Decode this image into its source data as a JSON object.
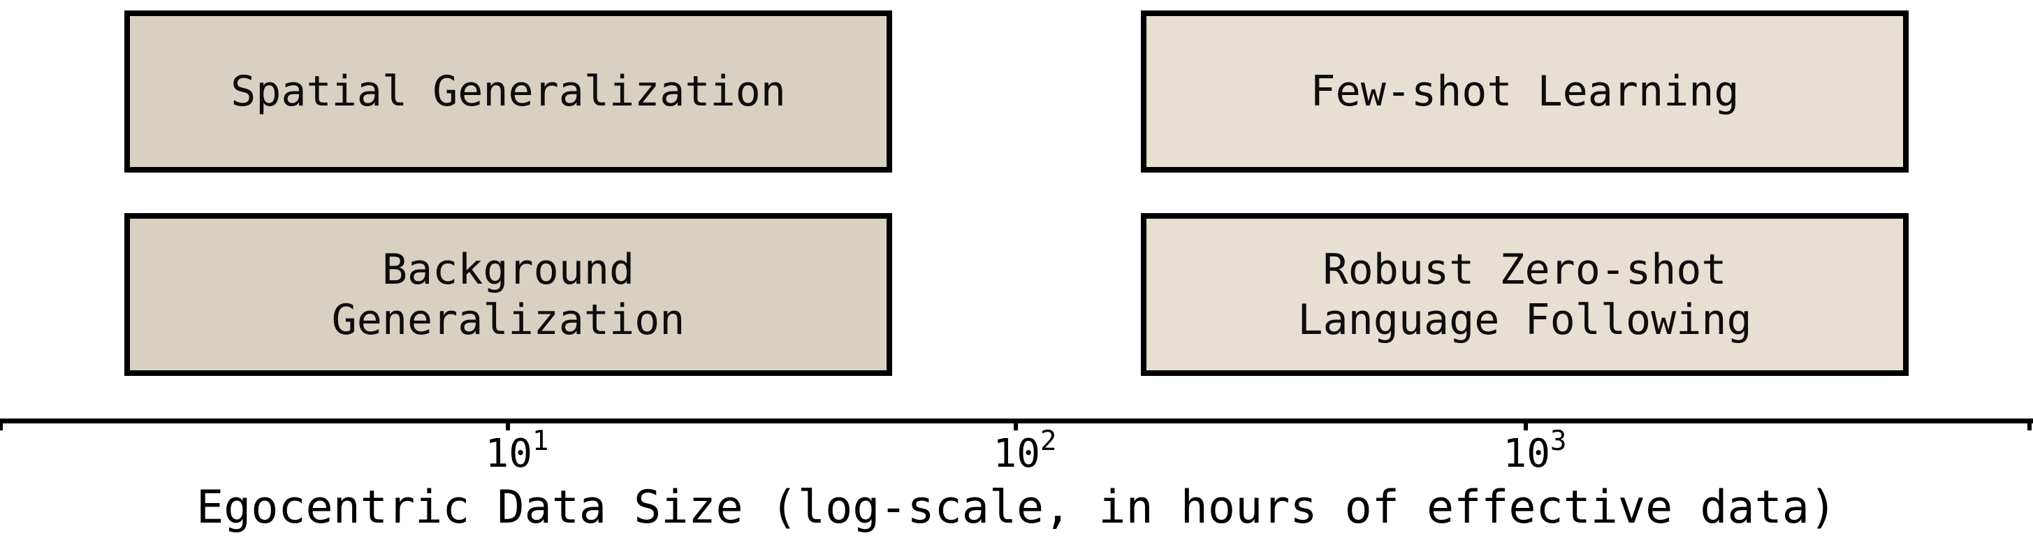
{
  "figure": {
    "boxes": [
      {
        "id": "spatial-generalization",
        "label": "Spatial Generalization",
        "row": "top",
        "column": "left"
      },
      {
        "id": "few-shot-learning",
        "label": "Few-shot Learning",
        "row": "top",
        "column": "right"
      },
      {
        "id": "background-generalization",
        "label": "Background\nGeneralization",
        "row": "bottom",
        "column": "left"
      },
      {
        "id": "robust-zero-shot-language-following",
        "label": "Robust Zero-shot\nLanguage Following",
        "row": "bottom",
        "column": "right"
      }
    ],
    "axis": {
      "xlabel": "Egocentric Data Size (log-scale, in hours of effective data)",
      "ticks": [
        {
          "base": "10",
          "exp": "1"
        },
        {
          "base": "10",
          "exp": "2"
        },
        {
          "base": "10",
          "exp": "3"
        }
      ]
    },
    "colors": {
      "left_box_fill": "#d8d1c2",
      "right_box_fill": "#e6dfd2",
      "border": "#000000",
      "text": "#000000",
      "background": "#ffffff"
    }
  },
  "chart_data": {
    "type": "bar",
    "subtype": "horizontal-interval-ranges",
    "title": "",
    "xlabel": "Egocentric Data Size (log-scale, in hours of effective data)",
    "ylabel": "",
    "xscale": "log",
    "xlim": [
      1,
      10000
    ],
    "xticks": [
      10,
      100,
      1000
    ],
    "xtick_labels": [
      "10^1",
      "10^2",
      "10^3"
    ],
    "grid": false,
    "legend": "none",
    "series": [
      {
        "name": "Spatial Generalization",
        "row": "top",
        "x_range_hours": [
          1.8,
          57
        ],
        "center_hours": 10,
        "fill": "#d8d1c2"
      },
      {
        "name": "Few-shot Learning",
        "row": "top",
        "x_range_hours": [
          180,
          5700
        ],
        "center_hours": 1000,
        "fill": "#e6dfd2"
      },
      {
        "name": "Background Generalization",
        "row": "bottom",
        "x_range_hours": [
          1.8,
          57
        ],
        "center_hours": 10,
        "fill": "#d8d1c2"
      },
      {
        "name": "Robust Zero-shot Language Following",
        "row": "bottom",
        "x_range_hours": [
          180,
          5700
        ],
        "center_hours": 1000,
        "fill": "#e6dfd2"
      }
    ]
  }
}
